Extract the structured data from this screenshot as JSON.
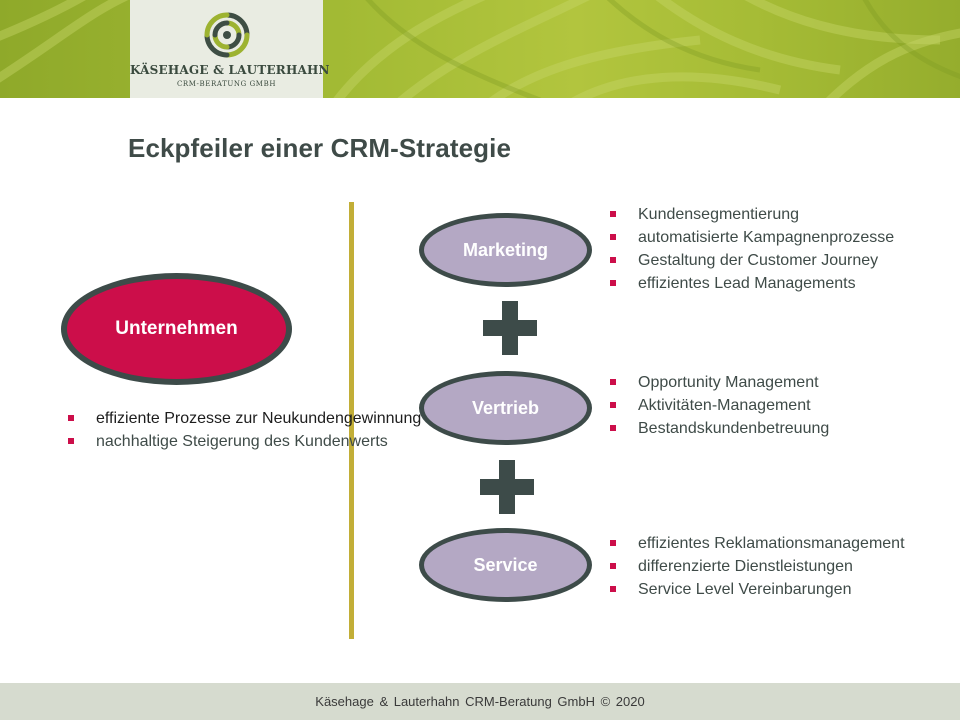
{
  "logo": {
    "name": "KÄSEHAGE & LAUTERHAHN",
    "subtitle": "CRM-BERATUNG GMBH"
  },
  "title": "Eckpfeiler einer CRM-Strategie",
  "company": {
    "label": "Unternehmen",
    "bullets": [
      "effiziente Prozesse zur Neukundengewinnung",
      "nachhaltige Steigerung des Kundenwerts"
    ]
  },
  "departments": [
    {
      "label": "Marketing",
      "bullets": [
        "Kundensegmentierung",
        "automatisierte Kampagnenprozesse",
        "Gestaltung der Customer Journey",
        "effizientes Lead Managements"
      ]
    },
    {
      "label": "Vertrieb",
      "bullets": [
        "Opportunity Management",
        "Aktivitäten-Management",
        "Bestandskundenbetreuung"
      ]
    },
    {
      "label": "Service",
      "bullets": [
        "effizientes Reklamationsmanagement",
        "differenzierte Dienstleistungen",
        "Service Level Vereinbarungen"
      ]
    }
  ],
  "footer": "Käsehage & Lauterhahn CRM-Beratung GmbH © 2020",
  "colors": {
    "accent": "#cc0e4a",
    "dark": "#3d4b49",
    "department_fill": "#b4a8c4",
    "divider": "#c2ae37",
    "banner_green": "#a2ba34",
    "footer_bg": "#d6dbcf"
  }
}
